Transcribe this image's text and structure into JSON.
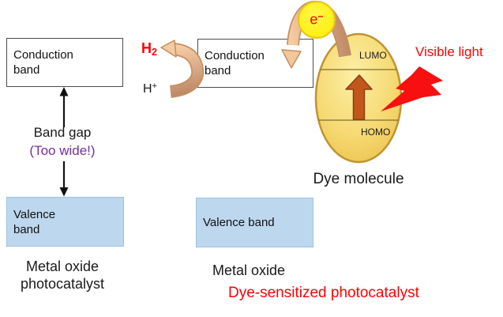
{
  "left_panel": {
    "conduction_band": "Conduction band",
    "band_gap": "Band gap",
    "band_gap_note": "(Too wide!)",
    "valence_band": "Valence band",
    "caption": "Metal oxide photocatalyst"
  },
  "right_panel": {
    "conduction_band": "Conduction band",
    "valence_band": "Valence band",
    "caption": "Metal oxide",
    "subcaption": "Dye-sensitized photocatalyst",
    "h2": {
      "base": "H",
      "sub": "2"
    },
    "h_plus": {
      "base": "H",
      "sup": "+"
    },
    "electron": {
      "base": "e",
      "sup": "−"
    }
  },
  "dye": {
    "lumo": "LUMO",
    "homo": "HOMO",
    "caption": "Dye molecule",
    "visible_light": "Visible light"
  },
  "colors": {
    "red_text": "#ff0000",
    "purple_note": "#7030a0",
    "valence_fill": "#bdd7ee",
    "valence_border": "#9dc3e6",
    "conduction_border": "#4d4d4d",
    "dye_body": "#f5d76e",
    "dye_border": "#be9430",
    "electron_fill": "#fff101",
    "transfer_arrow_tan": "#bd8765",
    "transfer_arrow_peach": "#f5cba3",
    "excitation_arrow": "#c2571b",
    "bolt_red": "#f80f0f"
  }
}
